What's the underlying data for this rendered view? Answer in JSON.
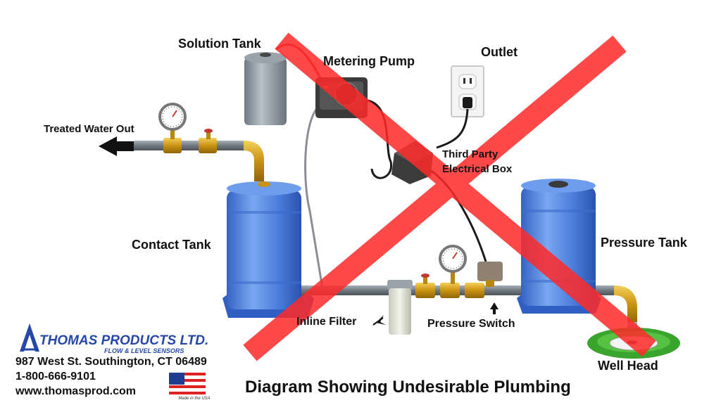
{
  "labels": {
    "solution_tank": "Solution Tank",
    "metering_pump": "Metering Pump",
    "outlet": "Outlet",
    "treated_water_out": "Treated Water Out",
    "third_party_line1": "Third Party",
    "third_party_line2": "Electrical Box",
    "contact_tank": "Contact Tank",
    "pressure_tank": "Pressure Tank",
    "inline_filter": "Inline Filter",
    "pressure_switch": "Pressure Switch",
    "well_head": "Well Head"
  },
  "company": {
    "logo_name": "THOMAS PRODUCTS LTD.",
    "logo_tagline": "FLOW & LEVEL SENSORS",
    "address": "987 West St. Southington, CT 06489",
    "phone": "1-800-666-9101",
    "website": "www.thomasprod.com",
    "flag_caption": "Made in the USA"
  },
  "caption": "Diagram Showing Undesirable Plumbing",
  "colors": {
    "tank_blue": "#5b8fe0",
    "pipe_gray": "#7d8790",
    "brass": "#d4a017",
    "cross_red": "#ff2a2a",
    "logo_blue": "#2548a8",
    "grass": "#3aa52c"
  }
}
